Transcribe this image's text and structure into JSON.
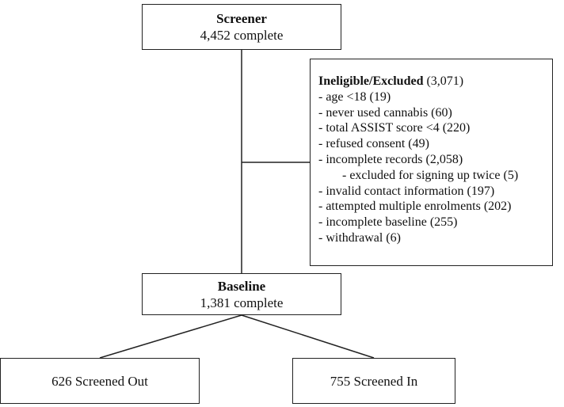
{
  "screener": {
    "title": "Screener",
    "count": "4,452 complete"
  },
  "excluded": {
    "title": "Ineligible/Excluded",
    "total": " (3,071)",
    "items": [
      "- age <18 (19)",
      "- never used cannabis (60)",
      "- total ASSIST score <4 (220)",
      "- refused consent (49)",
      "- incomplete records (2,058)",
      "- excluded for signing up twice (5)",
      "- invalid contact information (197)",
      "- attempted multiple enrolments (202)",
      "- incomplete baseline (255)",
      "- withdrawal (6)"
    ]
  },
  "baseline": {
    "title": "Baseline",
    "count": "1,381 complete"
  },
  "screened_out": {
    "label": "626 Screened Out"
  },
  "screened_in": {
    "label": "755 Screened In"
  }
}
